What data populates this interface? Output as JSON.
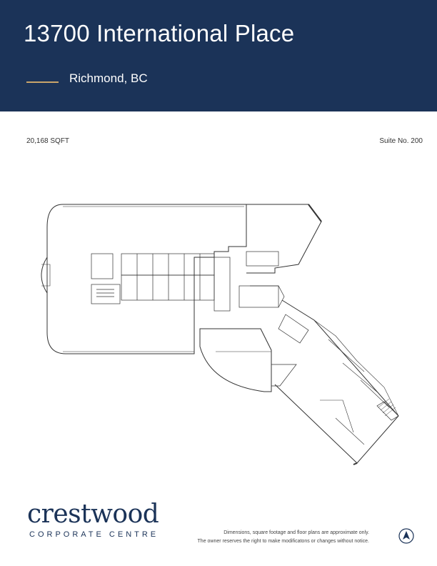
{
  "header": {
    "title": "13700 International Place",
    "subtitle": "Richmond, BC"
  },
  "meta": {
    "area": "20,168 SQFT",
    "suite": "Suite No. 200"
  },
  "brand": {
    "name": "crestwood",
    "tagline": "CORPORATE CENTRE",
    "color": "#1b3358",
    "accent": "#c9a46a"
  },
  "disclaimer": {
    "line1": "Dimensions, square footage and floor plans are approximate only.",
    "line2": "The owner reserves the right to make modificatons or changes without notice."
  },
  "icons": {
    "north": "north-arrow-icon"
  }
}
